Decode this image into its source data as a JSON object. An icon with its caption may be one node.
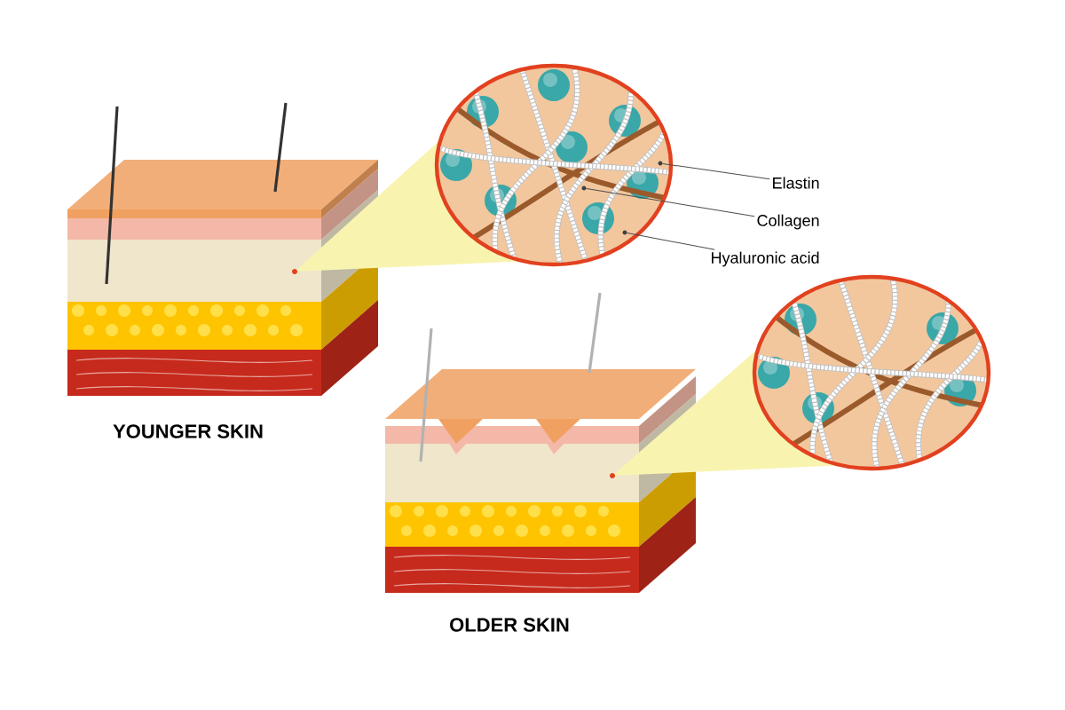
{
  "diagram": {
    "nodes": [
      {
        "text": [
          "Elastin"
        ]
      },
      {
        "text": [
          "Collagen"
        ]
      },
      {
        "text": [
          "Hyaluronic acid"
        ]
      },
      {
        "text": [],
        "shape": "circle"
      },
      {
        "text": [],
        "shape": "circle"
      },
      {
        "text": [],
        "shape": "circle"
      }
    ],
    "edges": [
      {
        "from": 0,
        "to": 3,
        "arrow": "none"
      },
      {
        "from": 1,
        "to": 4,
        "arrow": "none"
      },
      {
        "from": 2,
        "to": 5,
        "arrow": "none"
      }
    ],
    "labels": [
      "YOUNGER SKIN",
      "OLDER SKIN"
    ]
  }
}
